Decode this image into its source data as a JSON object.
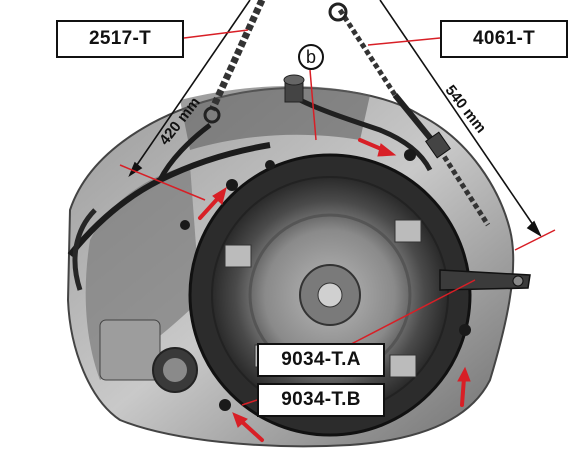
{
  "labels": {
    "tool_left": "2517-T",
    "tool_right": "4061-T",
    "tool_a": "9034-T.A",
    "tool_b": "9034-T.B",
    "callout": "b"
  },
  "dimensions": {
    "left": "420 mm",
    "right": "540 mm"
  },
  "colors": {
    "arrow": "#d81f26",
    "leader": "#d81f26",
    "ink": "#111111"
  }
}
